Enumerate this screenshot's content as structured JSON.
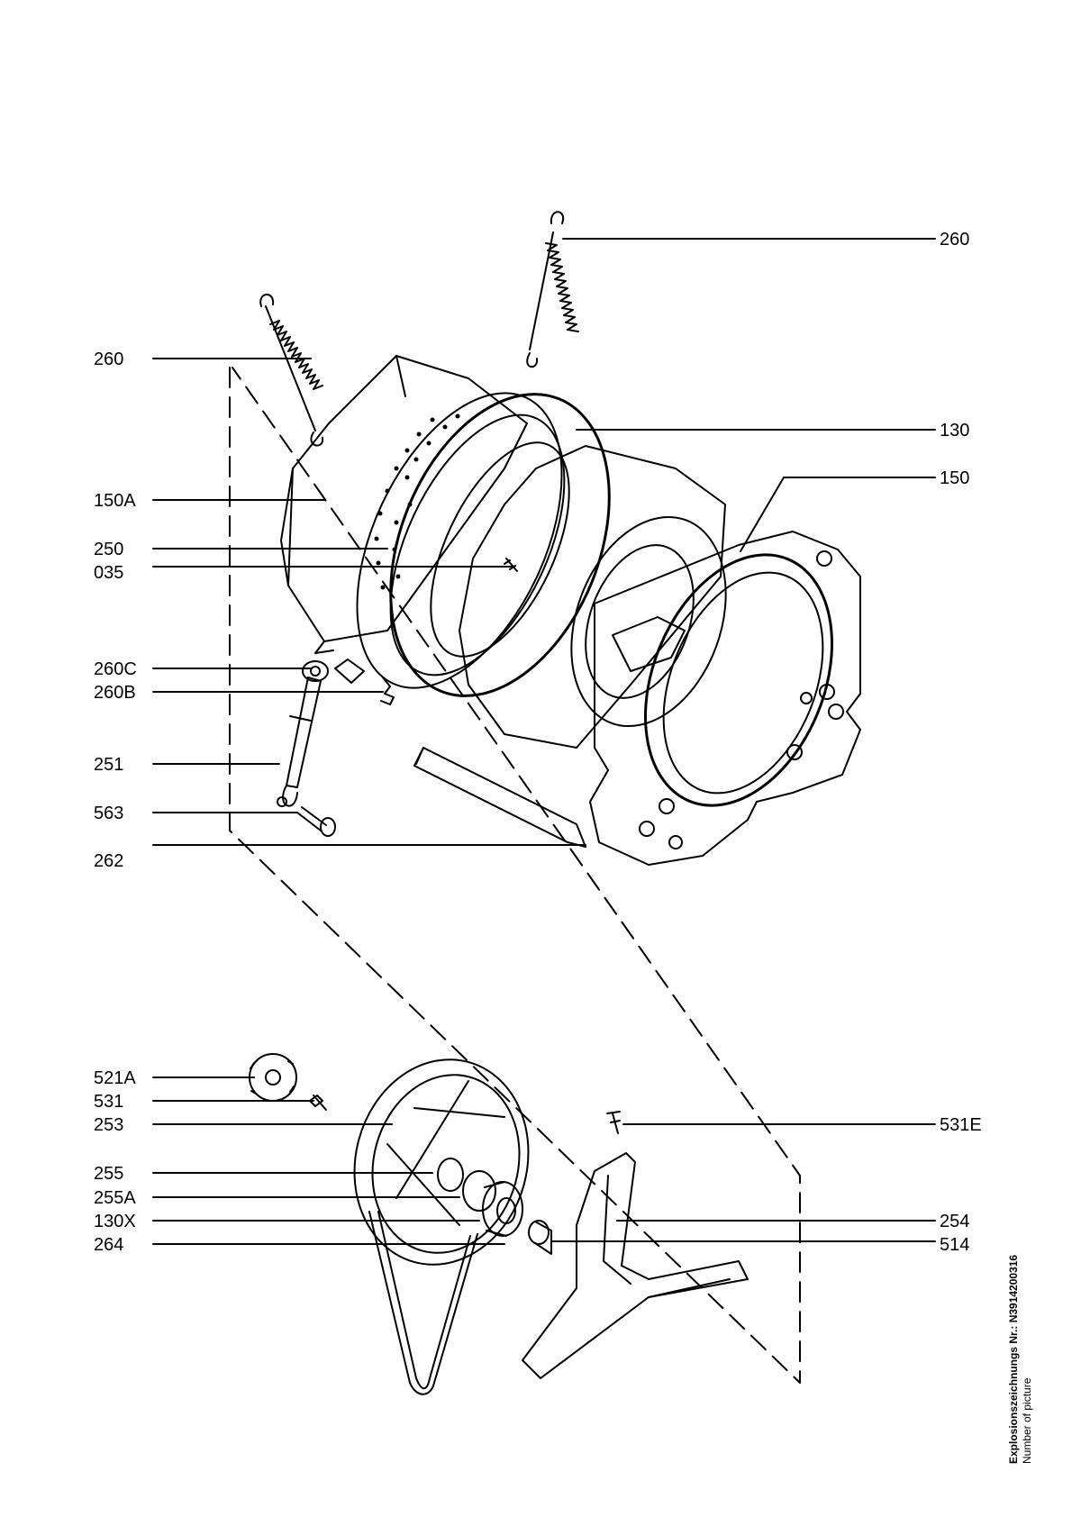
{
  "labels": {
    "spring_top_right": "260",
    "spring_top_left": "260",
    "seal_ring": "130",
    "tub_front": "150",
    "tub_rear": "150A",
    "drum": "250",
    "screw_035": "035",
    "bracket_260c": "260C",
    "clip_260b": "260B",
    "shock_absorber": "251",
    "pin_563": "563",
    "strip_262": "262",
    "disc_521a": "521A",
    "screw_531": "531",
    "pulley_253": "253",
    "bearing_255": "255",
    "bearing_255a": "255A",
    "seal_130x": "130X",
    "belt_264": "264",
    "screw_531e": "531E",
    "spider_254": "254",
    "bushing_514": "514"
  },
  "side": {
    "title": "Explosionszeichnungs Nr.: N3914200316",
    "subtitle": "Number of picture"
  }
}
